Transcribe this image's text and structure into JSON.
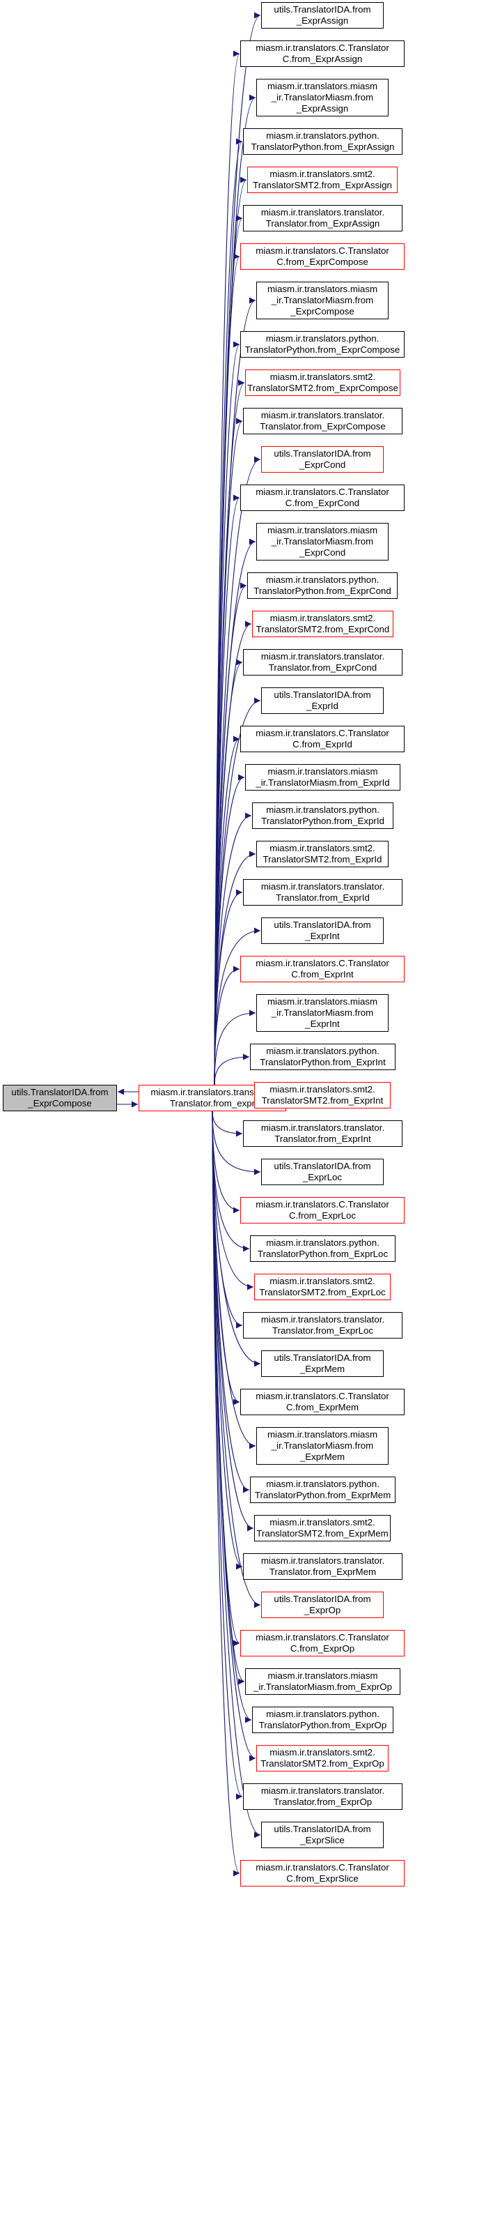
{
  "colors": {
    "edge": "#191970",
    "red_border": "#ff0000",
    "black_border": "#000000",
    "focus_fill": "#bfbfbf"
  },
  "focus": {
    "lines": [
      "utils.TranslatorIDA.from",
      "_ExprCompose"
    ]
  },
  "center": {
    "lines": [
      "miasm.ir.translators.translator.",
      "Translator.from_expr"
    ],
    "red": true
  },
  "callees": [
    {
      "lines": [
        "utils.TranslatorIDA.from",
        "_ExprAssign"
      ],
      "red": false
    },
    {
      "lines": [
        "miasm.ir.translators.C.Translator",
        "C.from_ExprAssign"
      ],
      "red": false
    },
    {
      "lines": [
        "miasm.ir.translators.miasm",
        "_ir.TranslatorMiasm.from",
        "_ExprAssign"
      ],
      "red": false
    },
    {
      "lines": [
        "miasm.ir.translators.python.",
        "TranslatorPython.from_ExprAssign"
      ],
      "red": false
    },
    {
      "lines": [
        "miasm.ir.translators.smt2.",
        "TranslatorSMT2.from_ExprAssign"
      ],
      "red": true
    },
    {
      "lines": [
        "miasm.ir.translators.translator.",
        "Translator.from_ExprAssign"
      ],
      "red": false
    },
    {
      "lines": [
        "miasm.ir.translators.C.Translator",
        "C.from_ExprCompose"
      ],
      "red": true
    },
    {
      "lines": [
        "miasm.ir.translators.miasm",
        "_ir.TranslatorMiasm.from",
        "_ExprCompose"
      ],
      "red": false
    },
    {
      "lines": [
        "miasm.ir.translators.python.",
        "TranslatorPython.from_ExprCompose"
      ],
      "red": false
    },
    {
      "lines": [
        "miasm.ir.translators.smt2.",
        "TranslatorSMT2.from_ExprCompose"
      ],
      "red": true
    },
    {
      "lines": [
        "miasm.ir.translators.translator.",
        "Translator.from_ExprCompose"
      ],
      "red": false
    },
    {
      "lines": [
        "utils.TranslatorIDA.from",
        "_ExprCond"
      ],
      "red": true
    },
    {
      "lines": [
        "miasm.ir.translators.C.Translator",
        "C.from_ExprCond"
      ],
      "red": false
    },
    {
      "lines": [
        "miasm.ir.translators.miasm",
        "_ir.TranslatorMiasm.from",
        "_ExprCond"
      ],
      "red": false
    },
    {
      "lines": [
        "miasm.ir.translators.python.",
        "TranslatorPython.from_ExprCond"
      ],
      "red": false
    },
    {
      "lines": [
        "miasm.ir.translators.smt2.",
        "TranslatorSMT2.from_ExprCond"
      ],
      "red": true
    },
    {
      "lines": [
        "miasm.ir.translators.translator.",
        "Translator.from_ExprCond"
      ],
      "red": false
    },
    {
      "lines": [
        "utils.TranslatorIDA.from",
        "_ExprId"
      ],
      "red": false
    },
    {
      "lines": [
        "miasm.ir.translators.C.Translator",
        "C.from_ExprId"
      ],
      "red": false
    },
    {
      "lines": [
        "miasm.ir.translators.miasm",
        "_ir.TranslatorMiasm.from_ExprId"
      ],
      "red": false
    },
    {
      "lines": [
        "miasm.ir.translators.python.",
        "TranslatorPython.from_ExprId"
      ],
      "red": false
    },
    {
      "lines": [
        "miasm.ir.translators.smt2.",
        "TranslatorSMT2.from_ExprId"
      ],
      "red": false
    },
    {
      "lines": [
        "miasm.ir.translators.translator.",
        "Translator.from_ExprId"
      ],
      "red": false
    },
    {
      "lines": [
        "utils.TranslatorIDA.from",
        "_ExprInt"
      ],
      "red": false
    },
    {
      "lines": [
        "miasm.ir.translators.C.Translator",
        "C.from_ExprInt"
      ],
      "red": true
    },
    {
      "lines": [
        "miasm.ir.translators.miasm",
        "_ir.TranslatorMiasm.from",
        "_ExprInt"
      ],
      "red": false
    },
    {
      "lines": [
        "miasm.ir.translators.python.",
        "TranslatorPython.from_ExprInt"
      ],
      "red": false
    },
    {
      "lines": [
        "miasm.ir.translators.smt2.",
        "TranslatorSMT2.from_ExprInt"
      ],
      "red": true
    },
    {
      "lines": [
        "miasm.ir.translators.translator.",
        "Translator.from_ExprInt"
      ],
      "red": false
    },
    {
      "lines": [
        "utils.TranslatorIDA.from",
        "_ExprLoc"
      ],
      "red": false
    },
    {
      "lines": [
        "miasm.ir.translators.C.Translator",
        "C.from_ExprLoc"
      ],
      "red": true
    },
    {
      "lines": [
        "miasm.ir.translators.python.",
        "TranslatorPython.from_ExprLoc"
      ],
      "red": false
    },
    {
      "lines": [
        "miasm.ir.translators.smt2.",
        "TranslatorSMT2.from_ExprLoc"
      ],
      "red": true
    },
    {
      "lines": [
        "miasm.ir.translators.translator.",
        "Translator.from_ExprLoc"
      ],
      "red": false
    },
    {
      "lines": [
        "utils.TranslatorIDA.from",
        "_ExprMem"
      ],
      "red": false
    },
    {
      "lines": [
        "miasm.ir.translators.C.Translator",
        "C.from_ExprMem"
      ],
      "red": false
    },
    {
      "lines": [
        "miasm.ir.translators.miasm",
        "_ir.TranslatorMiasm.from",
        "_ExprMem"
      ],
      "red": false
    },
    {
      "lines": [
        "miasm.ir.translators.python.",
        "TranslatorPython.from_ExprMem"
      ],
      "red": false
    },
    {
      "lines": [
        "miasm.ir.translators.smt2.",
        "TranslatorSMT2.from_ExprMem"
      ],
      "red": false
    },
    {
      "lines": [
        "miasm.ir.translators.translator.",
        "Translator.from_ExprMem"
      ],
      "red": false
    },
    {
      "lines": [
        "utils.TranslatorIDA.from",
        "_ExprOp"
      ],
      "red": true
    },
    {
      "lines": [
        "miasm.ir.translators.C.Translator",
        "C.from_ExprOp"
      ],
      "red": true
    },
    {
      "lines": [
        "miasm.ir.translators.miasm",
        "_ir.TranslatorMiasm.from_ExprOp"
      ],
      "red": false
    },
    {
      "lines": [
        "miasm.ir.translators.python.",
        "TranslatorPython.from_ExprOp"
      ],
      "red": false
    },
    {
      "lines": [
        "miasm.ir.translators.smt2.",
        "TranslatorSMT2.from_ExprOp"
      ],
      "red": true
    },
    {
      "lines": [
        "miasm.ir.translators.translator.",
        "Translator.from_ExprOp"
      ],
      "red": false
    },
    {
      "lines": [
        "utils.TranslatorIDA.from",
        "_ExprSlice"
      ],
      "red": false
    },
    {
      "lines": [
        "miasm.ir.translators.C.Translator",
        "C.from_ExprSlice"
      ],
      "red": true
    }
  ]
}
